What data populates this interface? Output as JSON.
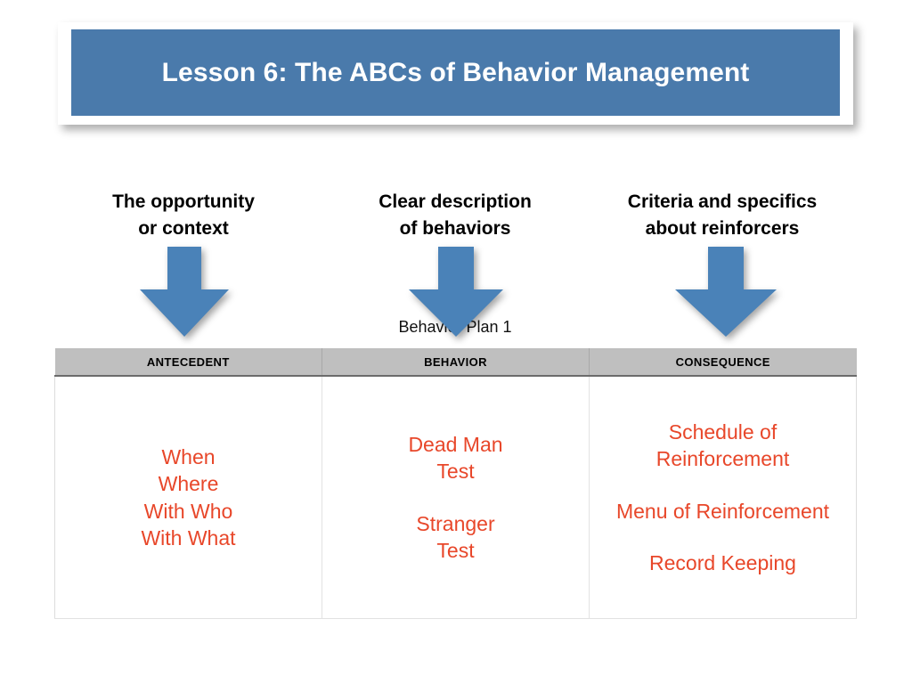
{
  "slide": {
    "title": "Lesson 6: The ABCs of Behavior Management",
    "plan_label": "Behavior Plan 1",
    "colors": {
      "title_bar_blue": "#4a7aab",
      "arrow_blue": "#4a82b8",
      "header_gray": "#bfbfbf",
      "body_text_red": "#e8472a",
      "page_background": "#ffffff"
    }
  },
  "captions": [
    {
      "line1": "The opportunity",
      "line2": "or context"
    },
    {
      "line1": "Clear description",
      "line2": "of behaviors"
    },
    {
      "line1": "Criteria and specifics",
      "line2": "about reinforcers"
    }
  ],
  "arrows": [
    {
      "name": "down-arrow-antecedent",
      "direction": "down"
    },
    {
      "name": "down-arrow-behavior",
      "direction": "down"
    },
    {
      "name": "down-arrow-consequence",
      "direction": "down"
    }
  ],
  "table": {
    "headers": [
      "ANTECEDENT",
      "BEHAVIOR",
      "CONSEQUENCE"
    ],
    "columns": [
      {
        "header": "ANTECEDENT",
        "blocks": [
          [
            "When",
            "Where",
            "With Who",
            "With What"
          ]
        ]
      },
      {
        "header": "BEHAVIOR",
        "blocks": [
          [
            "Dead Man",
            "Test"
          ],
          [
            "Stranger",
            "Test"
          ]
        ]
      },
      {
        "header": "CONSEQUENCE",
        "blocks": [
          [
            "Schedule of",
            "Reinforcement"
          ],
          [
            "Menu of Reinforcement"
          ],
          [
            "Record Keeping"
          ]
        ]
      }
    ]
  }
}
